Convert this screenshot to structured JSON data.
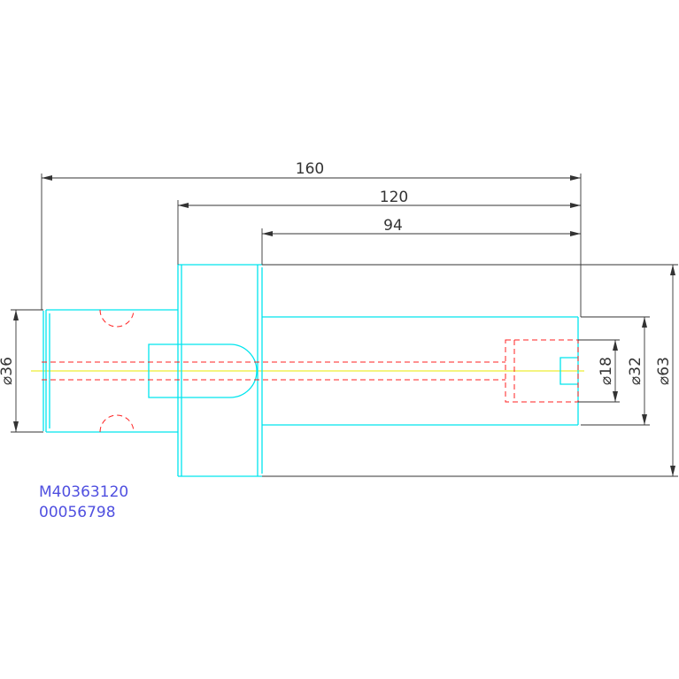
{
  "drawing": {
    "dimensions": {
      "overall_length": "160",
      "length_120": "120",
      "length_94": "94",
      "dia_36": "⌀36",
      "dia_18": "⌀18",
      "dia_32": "⌀32",
      "dia_63": "⌀63"
    },
    "part_code": "M40363120",
    "serial_number": "00056798",
    "colors": {
      "outline": "#00e5ee",
      "hidden": "#ff2020",
      "centerline": "#e8e800",
      "dimension": "#333333",
      "code_text": "#5050e0"
    }
  }
}
